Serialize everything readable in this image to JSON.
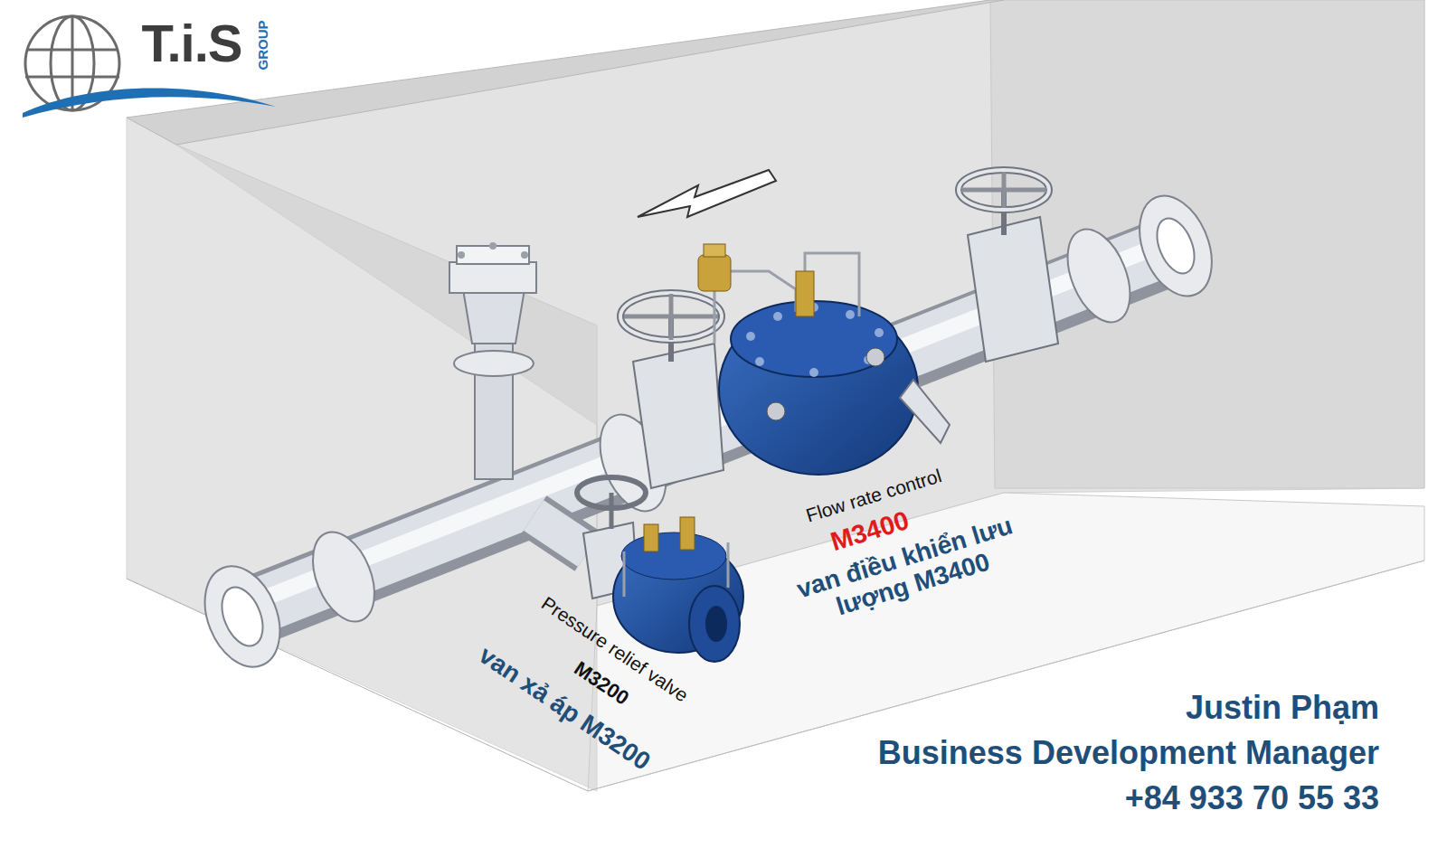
{
  "diagram": {
    "labels": [
      "T.i.S",
      "GROUP",
      "Flow rate control",
      "M3400",
      "van điều khiển lưu lượng M3400",
      "Pressure relief valve",
      "M3200",
      "van xả áp M3200",
      "Justin Phạm",
      "Business Development Manager",
      "+84 933 70 55 33"
    ]
  }
}
